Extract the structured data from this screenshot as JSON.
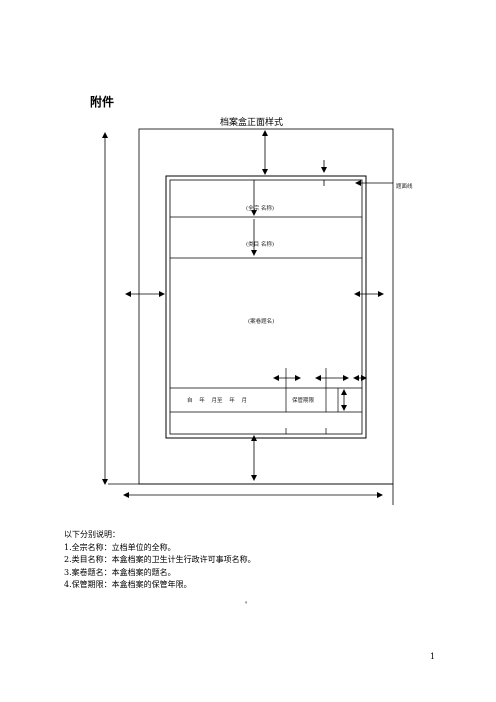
{
  "attachment_heading": "附件",
  "diagram": {
    "title": "档案盒正面样式",
    "fonds_label": "(全宗  名称)",
    "category_label": "(类目  名称)",
    "volume_title_label": "(案卷题名)",
    "date_range_label": "自 年 月至 年 月",
    "retention_label": "保管期限",
    "title_frame_label": "题面线"
  },
  "explanation": {
    "heading": "以下分别说明：",
    "items": [
      "1.全宗名称：立档单位的全称。",
      "2.类目名称：本盒档案的卫生计生行政许可事项名称。",
      "3.案卷题名：本盒档案的题名。",
      "4.保管期限：本盒档案的保管年限。"
    ]
  },
  "footnote_mark": "。",
  "page_number": "1"
}
